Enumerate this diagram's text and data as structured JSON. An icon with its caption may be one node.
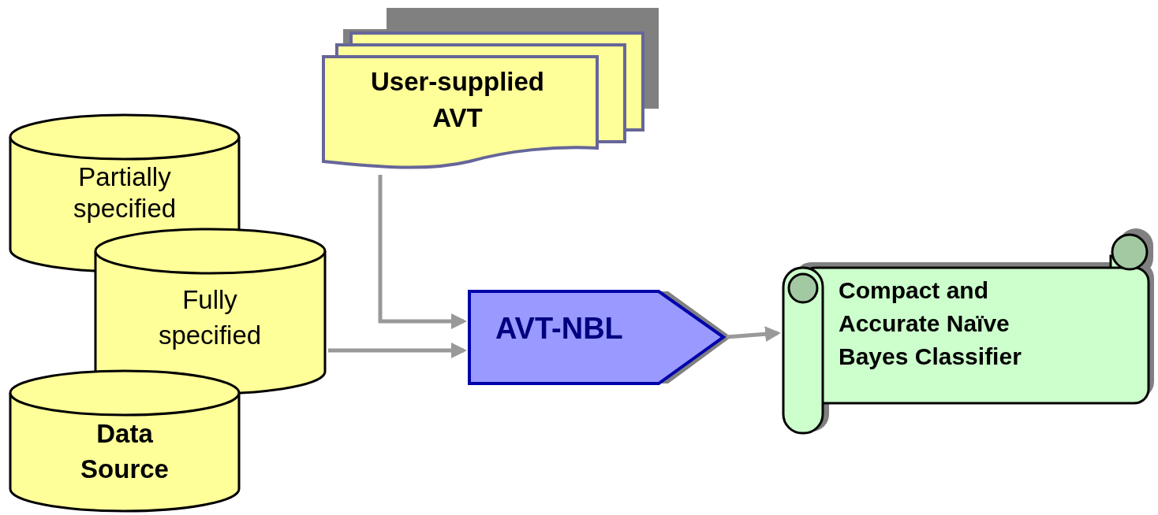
{
  "diagram": {
    "nodes": [
      {
        "text": [
          "Partially specified"
        ]
      },
      {
        "text": [
          "Fully specified"
        ]
      },
      {
        "text": [
          "Data Source"
        ]
      },
      {
        "text": [
          "User-supplied AVT"
        ]
      },
      {
        "text": [
          "AVT-NBL"
        ]
      },
      {
        "text": [
          "Compact and Accurate Naïve Bayes Classifier"
        ]
      }
    ],
    "edges": [
      {
        "from": 3,
        "to": 4,
        "arrow": "to"
      },
      {
        "from": 1,
        "to": 4,
        "arrow": "to"
      },
      {
        "from": 4,
        "to": 5,
        "arrow": "to"
      }
    ]
  }
}
